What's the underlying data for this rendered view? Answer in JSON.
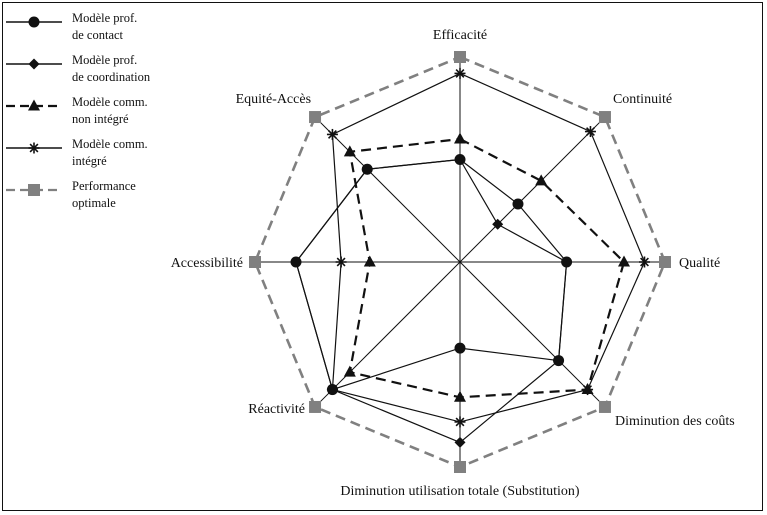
{
  "chart_data": {
    "type": "radar",
    "axes": [
      "Efficacité",
      "Continuité",
      "Qualité",
      "Diminution des coûts",
      "Diminution utilisation totale (Substitution)",
      "Réactivité",
      "Accessibilité",
      "Equité-Accès"
    ],
    "rmax": 5,
    "legend_position": "top-left",
    "series": [
      {
        "name": "Modèle prof.\nde contact",
        "marker": "circle",
        "line": "solid",
        "color": "#111111",
        "values": [
          2.5,
          2.0,
          2.6,
          3.4,
          2.1,
          4.4,
          4.0,
          3.2
        ]
      },
      {
        "name": "Modèle prof.\nde coordination",
        "marker": "diamond",
        "line": "solid",
        "color": "#111111",
        "values": [
          2.5,
          1.3,
          2.6,
          3.4,
          4.4,
          4.4,
          4.0,
          3.2
        ]
      },
      {
        "name": "Modèle comm.\nnon intégré",
        "marker": "triangle",
        "line": "dashed",
        "color": "#111111",
        "values": [
          3.0,
          2.8,
          4.0,
          4.4,
          3.3,
          3.8,
          2.2,
          3.8
        ]
      },
      {
        "name": "Modèle comm.\nintégré",
        "marker": "asterisk",
        "line": "solid",
        "color": "#111111",
        "values": [
          4.6,
          4.5,
          4.5,
          4.4,
          3.9,
          4.4,
          2.9,
          4.4
        ]
      },
      {
        "name": "Performance\noptimale",
        "marker": "square",
        "line": "dashed",
        "color": "#808080",
        "values": [
          5,
          5,
          5,
          5,
          5,
          5,
          5,
          5
        ]
      }
    ]
  }
}
